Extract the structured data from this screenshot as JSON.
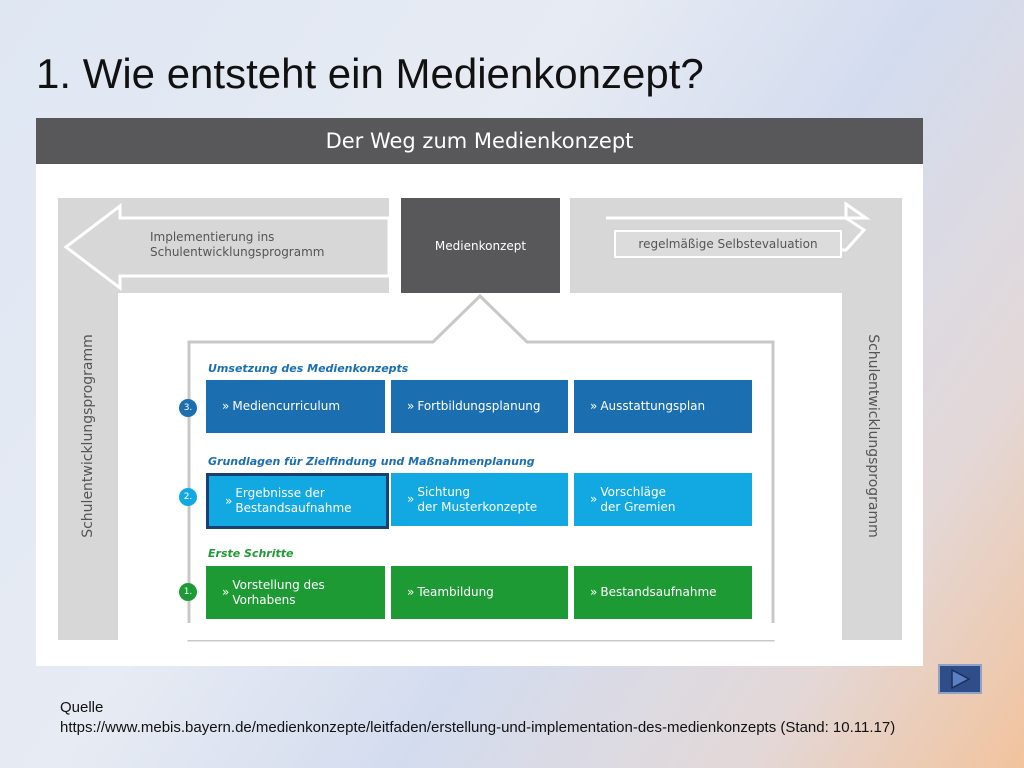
{
  "slide": {
    "title": "1. Wie entsteht ein Medienkonzept?"
  },
  "diagram": {
    "header": "Der Weg zum Medienkonzept",
    "implementierung": "Implementierung ins\nSchulentwicklungsprogramm",
    "medienkonzept": "Medienkonzept",
    "selbstevaluation": "regelmäßige Selbstevaluation",
    "side_label_left": "Schulentwicklungsprogramm",
    "side_label_right": "Schulentwicklungsprogramm",
    "chevron_glyph": "»",
    "sections": [
      {
        "number": "3.",
        "title": "Umsetzung des Medienkonzepts",
        "color": "#1b6fb0",
        "title_color": "#1b6fb0",
        "steps": [
          "Mediencurriculum",
          "Fortbildungsplanung",
          "Ausstattungsplan"
        ]
      },
      {
        "number": "2.",
        "title": "Grundlagen für Zielfindung und Maßnahmenplanung",
        "color": "#12a9e2",
        "title_color": "#1b6fb0",
        "highlighted_step": 0,
        "steps": [
          "Ergebnisse der\nBestandsaufnahme",
          "Sichtung\nder Musterkonzepte",
          "Vorschläge\nder Gremien"
        ]
      },
      {
        "number": "1.",
        "title": "Erste Schritte",
        "color": "#1e9a35",
        "title_color": "#1e9a35",
        "steps": [
          "Vorstellung des\nVorhabens",
          "Teambildung",
          "Bestandsaufnahme"
        ]
      }
    ]
  },
  "navigation": {
    "next_icon": "play-next-icon",
    "color": "#2f4d88"
  },
  "source": {
    "label": "Quelle",
    "text": "https://www.mebis.bayern.de/medienkonzepte/leitfaden/erstellung-und-implementation-des-medienkonzepts (Stand: 10.11.17)"
  }
}
